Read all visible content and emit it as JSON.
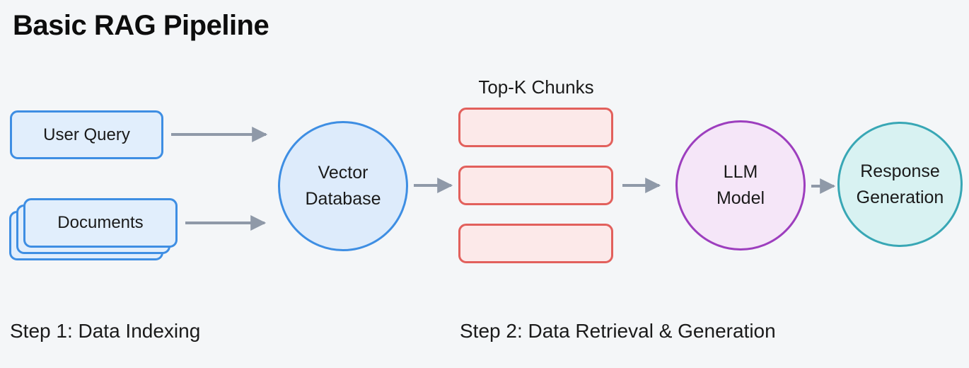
{
  "title": "Basic RAG Pipeline",
  "colors": {
    "background": "#f4f6f8",
    "text": "#1a1a1a",
    "blue_border": "#3e8ee3",
    "blue_fill": "#e1eefc",
    "blue_circle_fill": "#ddebfb",
    "red_border": "#e2605c",
    "red_fill": "#fce9e9",
    "purple_border": "#9d3ebe",
    "purple_fill": "#f5e6f8",
    "teal_border": "#38a7b5",
    "teal_fill": "#d8f2f2",
    "arrow": "#8f99a8"
  },
  "nodes": {
    "user_query": {
      "label": "User Query"
    },
    "documents": {
      "label": "Documents",
      "stack_layers": 3
    },
    "vector_database": {
      "label_line1": "Vector",
      "label_line2": "Database"
    },
    "top_k_chunks": {
      "label": "Top-K Chunks",
      "count": 3
    },
    "llm_model": {
      "label_line1": "LLM",
      "label_line2": "Model"
    },
    "response_generation": {
      "label_line1": "Response",
      "label_line2": "Generation"
    }
  },
  "steps": {
    "step1": "Step 1: Data Indexing",
    "step2": "Step 2: Data Retrieval & Generation"
  }
}
